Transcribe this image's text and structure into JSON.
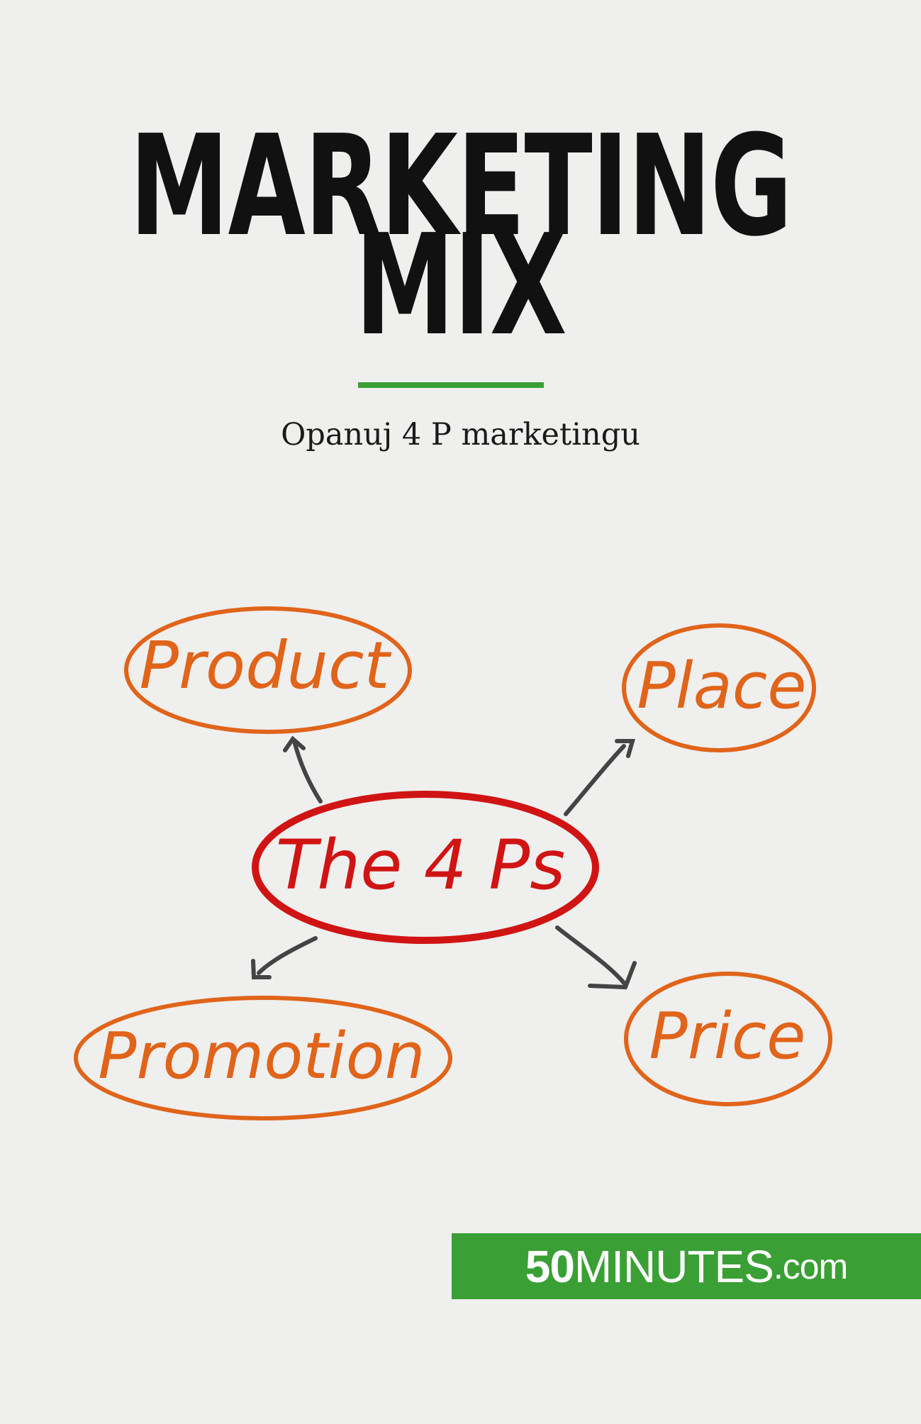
{
  "title": {
    "line1": "MARKETING",
    "line2": "MIX"
  },
  "subtitle": "Opanuj 4 P marketingu",
  "diagram": {
    "center": "The 4 Ps",
    "nodes": {
      "product": "Product",
      "place": "Place",
      "promotion": "Promotion",
      "price": "Price"
    }
  },
  "brand": {
    "number": "50",
    "name": "MINUTES",
    "suffix": ".com"
  },
  "colors": {
    "accent_green": "#3aa035",
    "node_orange": "#e0641a",
    "center_red": "#d01414",
    "arrow_gray": "#444444"
  }
}
